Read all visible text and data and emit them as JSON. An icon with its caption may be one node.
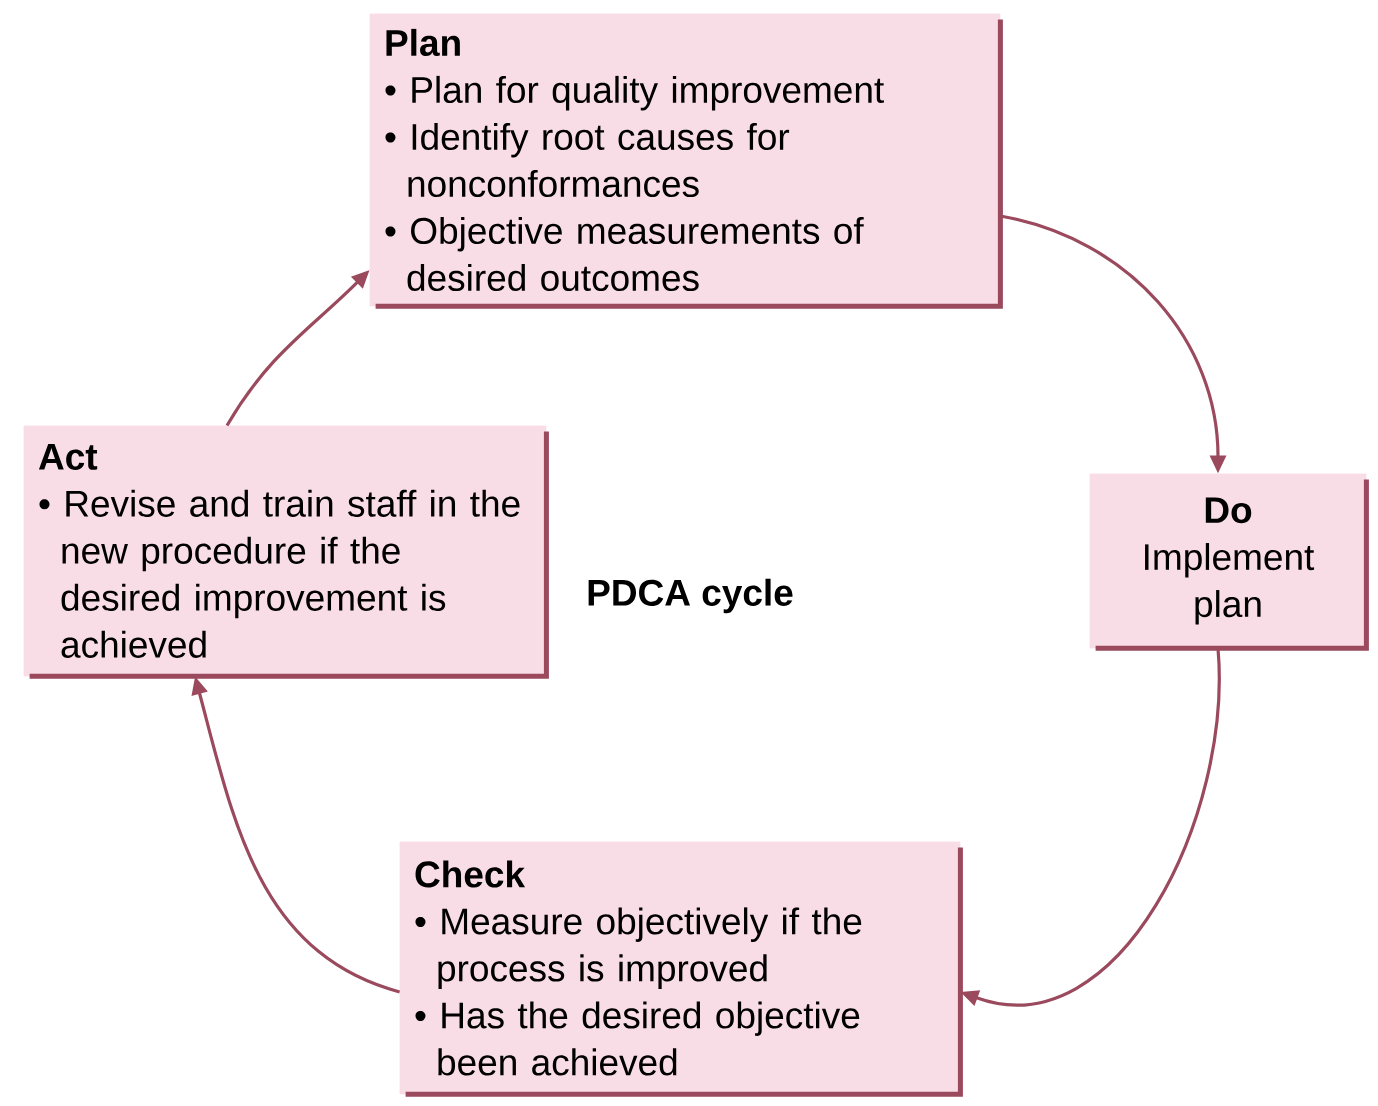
{
  "diagram": {
    "title": "PDCA cycle",
    "nodes": [
      {
        "text": [
          "Plan",
          "• Plan for quality improvement",
          "• Identify root causes for nonconformances",
          "• Objective measurements of desired outcomes"
        ]
      },
      {
        "text": [
          "Do",
          "Implement plan"
        ]
      },
      {
        "text": [
          "Check",
          "• Measure objectively if the process is improved",
          "• Has the desired objective been achieved"
        ]
      },
      {
        "text": [
          "Act",
          "• Revise and train staff in the new procedure if the desired improvement is achieved"
        ]
      }
    ],
    "edges": [
      {
        "from": 0,
        "to": 1,
        "arrow": "to"
      },
      {
        "from": 1,
        "to": 2,
        "arrow": "to"
      },
      {
        "from": 2,
        "to": 3,
        "arrow": "to"
      },
      {
        "from": 3,
        "to": 0,
        "arrow": "to"
      }
    ]
  }
}
